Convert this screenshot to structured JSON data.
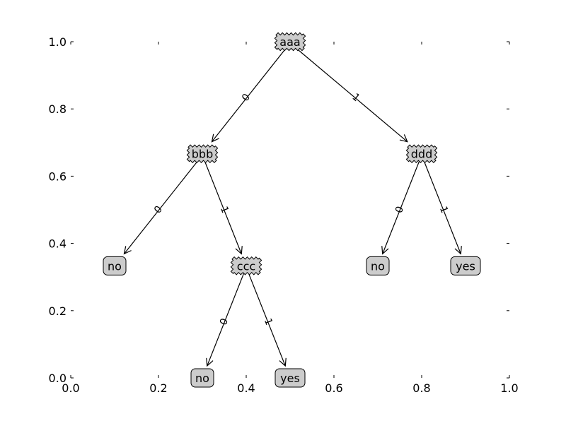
{
  "chart_data": {
    "type": "tree",
    "title": "",
    "xlim": [
      0.0,
      1.0
    ],
    "ylim": [
      0.0,
      1.0
    ],
    "xticks": [
      "0.0",
      "0.2",
      "0.4",
      "0.6",
      "0.8",
      "1.0"
    ],
    "yticks": [
      "0.0",
      "0.2",
      "0.4",
      "0.6",
      "0.8",
      "1.0"
    ],
    "grid": false,
    "colors": {
      "node_fill": "#cccccc",
      "line": "#000000"
    },
    "nodes": [
      {
        "id": "aaa",
        "label": "aaa",
        "kind": "decision",
        "x": 0.5,
        "y": 1.0
      },
      {
        "id": "bbb",
        "label": "bbb",
        "kind": "decision",
        "x": 0.3,
        "y": 0.6667
      },
      {
        "id": "ddd",
        "label": "ddd",
        "kind": "decision",
        "x": 0.8,
        "y": 0.6667
      },
      {
        "id": "no1",
        "label": "no",
        "kind": "leaf",
        "x": 0.1,
        "y": 0.3333
      },
      {
        "id": "ccc",
        "label": "ccc",
        "kind": "decision",
        "x": 0.4,
        "y": 0.3333
      },
      {
        "id": "no2",
        "label": "no",
        "kind": "leaf",
        "x": 0.7,
        "y": 0.3333
      },
      {
        "id": "yes1",
        "label": "yes",
        "kind": "leaf",
        "x": 0.9,
        "y": 0.3333
      },
      {
        "id": "no3",
        "label": "no",
        "kind": "leaf",
        "x": 0.3,
        "y": 0.0
      },
      {
        "id": "yes2",
        "label": "yes",
        "kind": "leaf",
        "x": 0.5,
        "y": 0.0
      }
    ],
    "edges": [
      {
        "from": "aaa",
        "to": "bbb",
        "label": "0"
      },
      {
        "from": "aaa",
        "to": "ddd",
        "label": "1"
      },
      {
        "from": "bbb",
        "to": "no1",
        "label": "0"
      },
      {
        "from": "bbb",
        "to": "ccc",
        "label": "1"
      },
      {
        "from": "ddd",
        "to": "no2",
        "label": "0"
      },
      {
        "from": "ddd",
        "to": "yes1",
        "label": "1"
      },
      {
        "from": "ccc",
        "to": "no3",
        "label": "0"
      },
      {
        "from": "ccc",
        "to": "yes2",
        "label": "1"
      }
    ]
  }
}
